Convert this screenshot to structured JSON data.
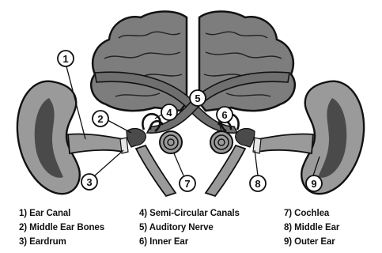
{
  "colors": {
    "brain": "#7d7d7d",
    "ear": "#9a9a9a",
    "ear_shadow": "#4a4a4a",
    "nerve": "#6f6f6f",
    "outline": "#111111",
    "callout_fill": "#ffffff"
  },
  "callouts": [
    {
      "number": "1"
    },
    {
      "number": "2"
    },
    {
      "number": "3"
    },
    {
      "number": "4"
    },
    {
      "number": "5"
    },
    {
      "number": "6"
    },
    {
      "number": "7"
    },
    {
      "number": "8"
    },
    {
      "number": "9"
    }
  ],
  "legend": [
    {
      "text": "1) Ear Canal"
    },
    {
      "text": "2) Middle Ear Bones"
    },
    {
      "text": "3) Eardrum"
    },
    {
      "text": "4) Semi-Circular Canals"
    },
    {
      "text": "5) Auditory Nerve"
    },
    {
      "text": "6) Inner Ear"
    },
    {
      "text": "7) Cochlea"
    },
    {
      "text": "8) Middle Ear"
    },
    {
      "text": "9) Outer Ear"
    }
  ]
}
